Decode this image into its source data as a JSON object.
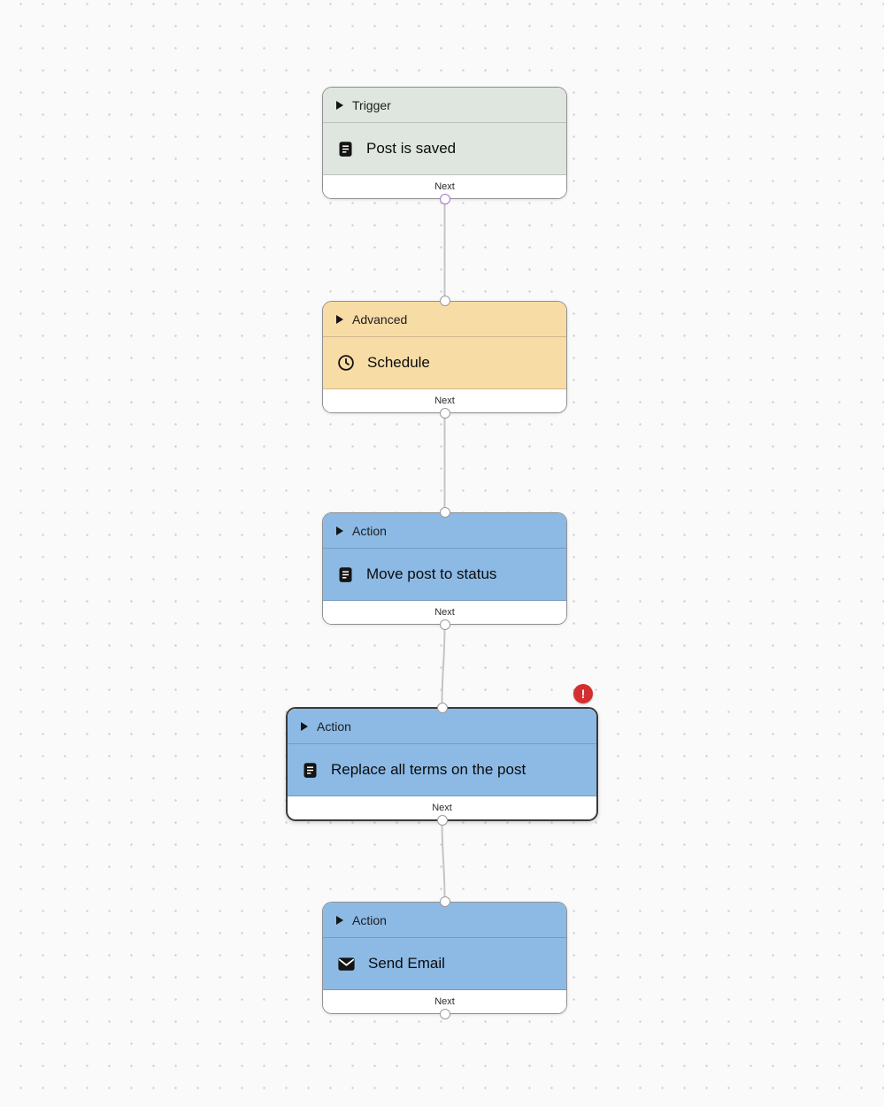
{
  "canvas": {
    "type": "workflow-automation-editor"
  },
  "colors": {
    "canvas-bg": "#fafafa",
    "dot": "#d4d4d8",
    "trigger-bg": "#dfe6df",
    "advanced-bg": "#f8dca6",
    "action-bg": "#8cbae5",
    "node-border": "#8f8f91",
    "selected-border": "#3a3a3c",
    "edge": "#c4c4c6",
    "handle-border": "#9a9a9c",
    "trigger-handle-border": "#a973c1",
    "error-badge": "#d32f2f",
    "footer-bg": "#ffffff"
  },
  "nodes": [
    {
      "category": "Trigger",
      "label": "Post is saved",
      "icon": "document-icon",
      "next_label": "Next",
      "selected": false,
      "has_error": false
    },
    {
      "category": "Advanced",
      "label": "Schedule",
      "icon": "clock-icon",
      "next_label": "Next",
      "selected": false,
      "has_error": false
    },
    {
      "category": "Action",
      "label": "Move post to status",
      "icon": "document-icon",
      "next_label": "Next",
      "selected": false,
      "has_error": false
    },
    {
      "category": "Action",
      "label": "Replace all terms on the post",
      "icon": "document-icon",
      "next_label": "Next",
      "selected": true,
      "has_error": true
    },
    {
      "category": "Action",
      "label": "Send Email",
      "icon": "envelope-icon",
      "next_label": "Next",
      "selected": false,
      "has_error": false
    }
  ],
  "error_badge": {
    "glyph": "!"
  }
}
